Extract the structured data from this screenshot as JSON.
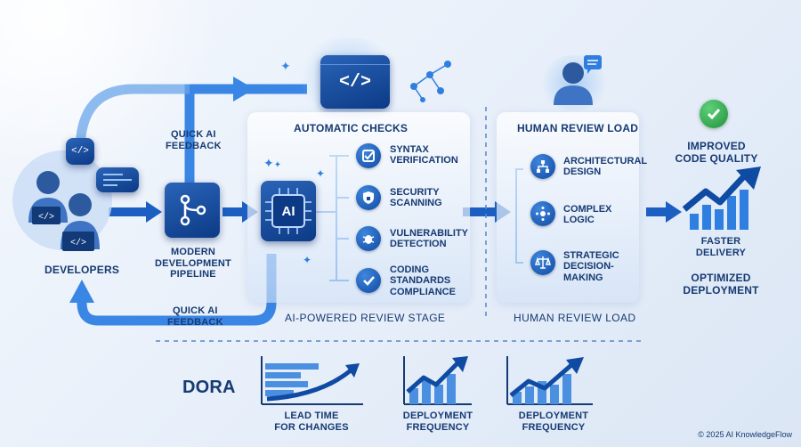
{
  "labels": {
    "developers": "DEVELOPERS",
    "quick_feedback_top": "QUICK AI\nFEEDBACK",
    "quick_feedback_bottom": "QUICK AI\nFEEDBACK",
    "pipeline": "MODERN\nDEVELOPMENT\nPIPELINE",
    "automatic_checks": "AUTOMATIC CHECKS",
    "ai_stage": "AI-POWERED REVIEW STAGE",
    "ai_chip": "AI",
    "human_load_top": "HUMAN REVIEW LOAD",
    "human_load_bottom": "HUMAN REVIEW LOAD",
    "improved_quality": "IMPROVED\nCODE QUALITY",
    "faster_delivery": "FASTER\nDELIVERY",
    "optimized_deployment": "OPTIMIZED\nDEPLOYMENT",
    "dora": "DORA",
    "copyright": "© 2025 AI KnowledgeFlow"
  },
  "checks": [
    {
      "label": "SYNTAX\nVERIFICATION",
      "icon": "checkbox-icon"
    },
    {
      "label": "SECURITY\nSCANNING",
      "icon": "shield-lock-icon"
    },
    {
      "label": "VULNERABILITY\nDETECTION",
      "icon": "bug-icon"
    },
    {
      "label": "CODING\nSTANDARDS\nCOMPLIANCE",
      "icon": "check-circle-icon"
    }
  ],
  "human_items": [
    {
      "label": "ARCHITECTURAL\nDESIGN",
      "icon": "hierarchy-icon"
    },
    {
      "label": "COMPLEX\nLOGIC",
      "icon": "network-icon"
    },
    {
      "label": "STRATEGIC\nDECISION-\nMAKING",
      "icon": "scales-icon"
    }
  ],
  "dora_metrics": [
    {
      "label": "LEAD TIME\nFOR CHANGES",
      "icon": "horizontal-bar-chart-icon"
    },
    {
      "label": "DEPLOYMENT\nFREQUENCY",
      "icon": "trend-bar-chart-icon"
    },
    {
      "label": "DEPLOYMENT\nFREQUENCY",
      "icon": "trend-bar-chart-icon"
    }
  ],
  "colors": {
    "primary": "#0f4aa3",
    "accent": "#2f7fe0",
    "text": "#163a72",
    "success": "#2ea84a"
  }
}
